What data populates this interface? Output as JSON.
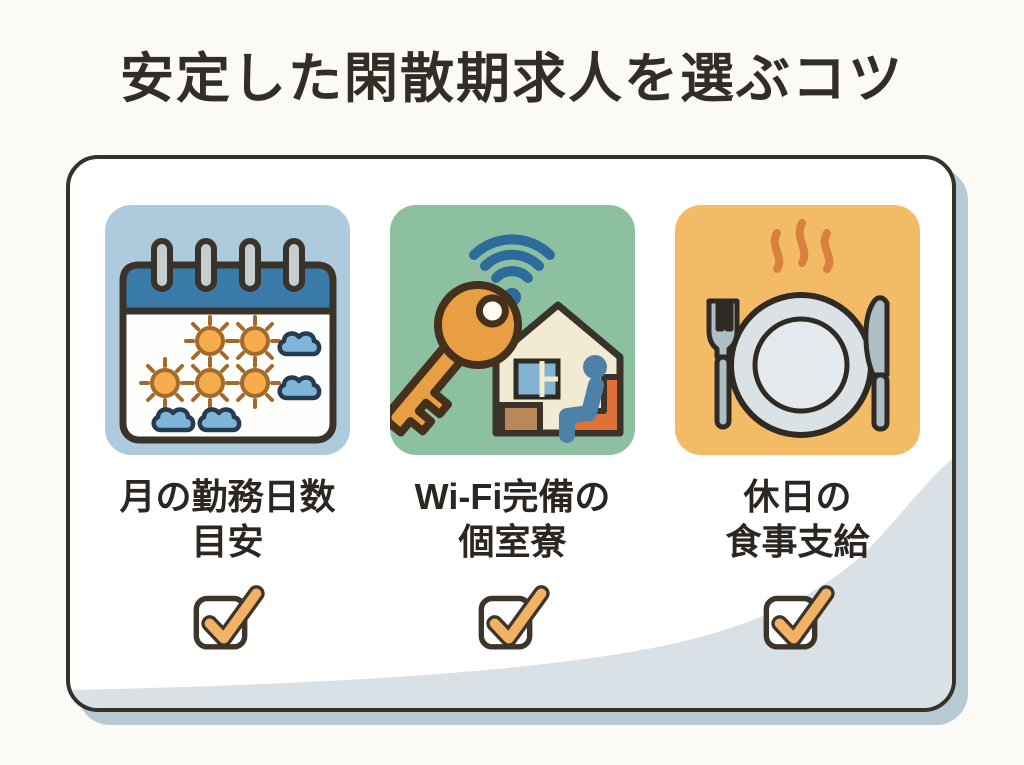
{
  "title": "安定した閑散期求人を選ぶコツ",
  "page_background": "#FCFAF6",
  "panel": {
    "background": "#FFFFFF",
    "border_color": "#36312A",
    "shadow_color": "#B7C9D2",
    "swoosh_color": "#D9E1E6"
  },
  "items": [
    {
      "id": "monthly-work-days",
      "icon": "calendar-sun-cloud-icon",
      "tile_color": "#AECBDD",
      "label_line1": "月の勤務日数",
      "label_line2": "目安",
      "checked": true
    },
    {
      "id": "wifi-private-dorm",
      "icon": "key-house-wifi-icon",
      "tile_color": "#8DC0A0",
      "label_line1": "Wi-Fi完備の",
      "label_line2": "個室寮",
      "checked": true
    },
    {
      "id": "holiday-meals",
      "icon": "plate-cutlery-icon",
      "tile_color": "#F3BB66",
      "label_line1": "休日の",
      "label_line2": "食事支給",
      "checked": true
    }
  ],
  "checkbox": {
    "check_color": "#F2B266",
    "box_border_color": "#3E352A",
    "box_fill": "#FFFFFF"
  },
  "icon_colors": {
    "calendar_header": "#3B7BA9",
    "sun": "#F5AC4D",
    "cloud": "#80B4D8",
    "wifi": "#2E6B9C",
    "key": "#E89F44",
    "house": "#F2EAD2",
    "person": "#4E81A8",
    "chair": "#E07038",
    "plate": "#DBE2E6",
    "cutlery": "#AEBEC5",
    "steam": "#D8813F"
  }
}
